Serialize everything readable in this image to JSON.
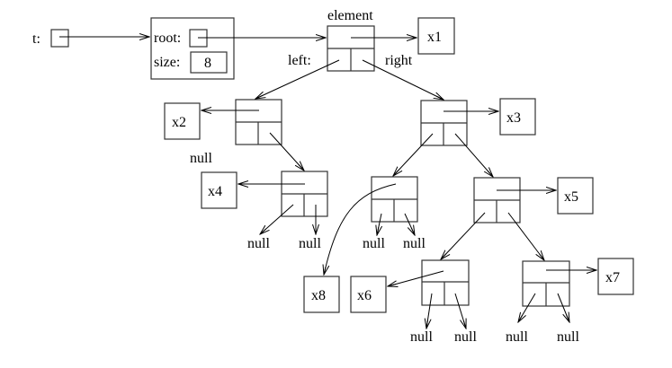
{
  "diagram": {
    "variable": {
      "label": "t:"
    },
    "tree_object": {
      "root_label": "root:",
      "size_label": "size:",
      "size_value": "8"
    },
    "field_labels": {
      "element": "element",
      "left": "left:",
      "right": "right"
    },
    "null_label": "null",
    "nodes": [
      {
        "id": "n1",
        "element": "x1",
        "left": "n2",
        "right": "n3"
      },
      {
        "id": "n2",
        "element": "x2",
        "left": null,
        "right": "n4"
      },
      {
        "id": "n3",
        "element": "x3",
        "left": "n6",
        "right": "n5"
      },
      {
        "id": "n4",
        "element": "x4",
        "left": null,
        "right": null
      },
      {
        "id": "n6",
        "element": "x8",
        "left": null,
        "right": null
      },
      {
        "id": "n5",
        "element": "x5",
        "left": "n7",
        "right": "n8"
      },
      {
        "id": "n7",
        "element": "x6",
        "left": null,
        "right": null
      },
      {
        "id": "n8",
        "element": "x7",
        "left": null,
        "right": null
      }
    ],
    "values": {
      "x1": "x1",
      "x2": "x2",
      "x3": "x3",
      "x4": "x4",
      "x5": "x5",
      "x6": "x6",
      "x7": "x7",
      "x8": "x8"
    }
  }
}
